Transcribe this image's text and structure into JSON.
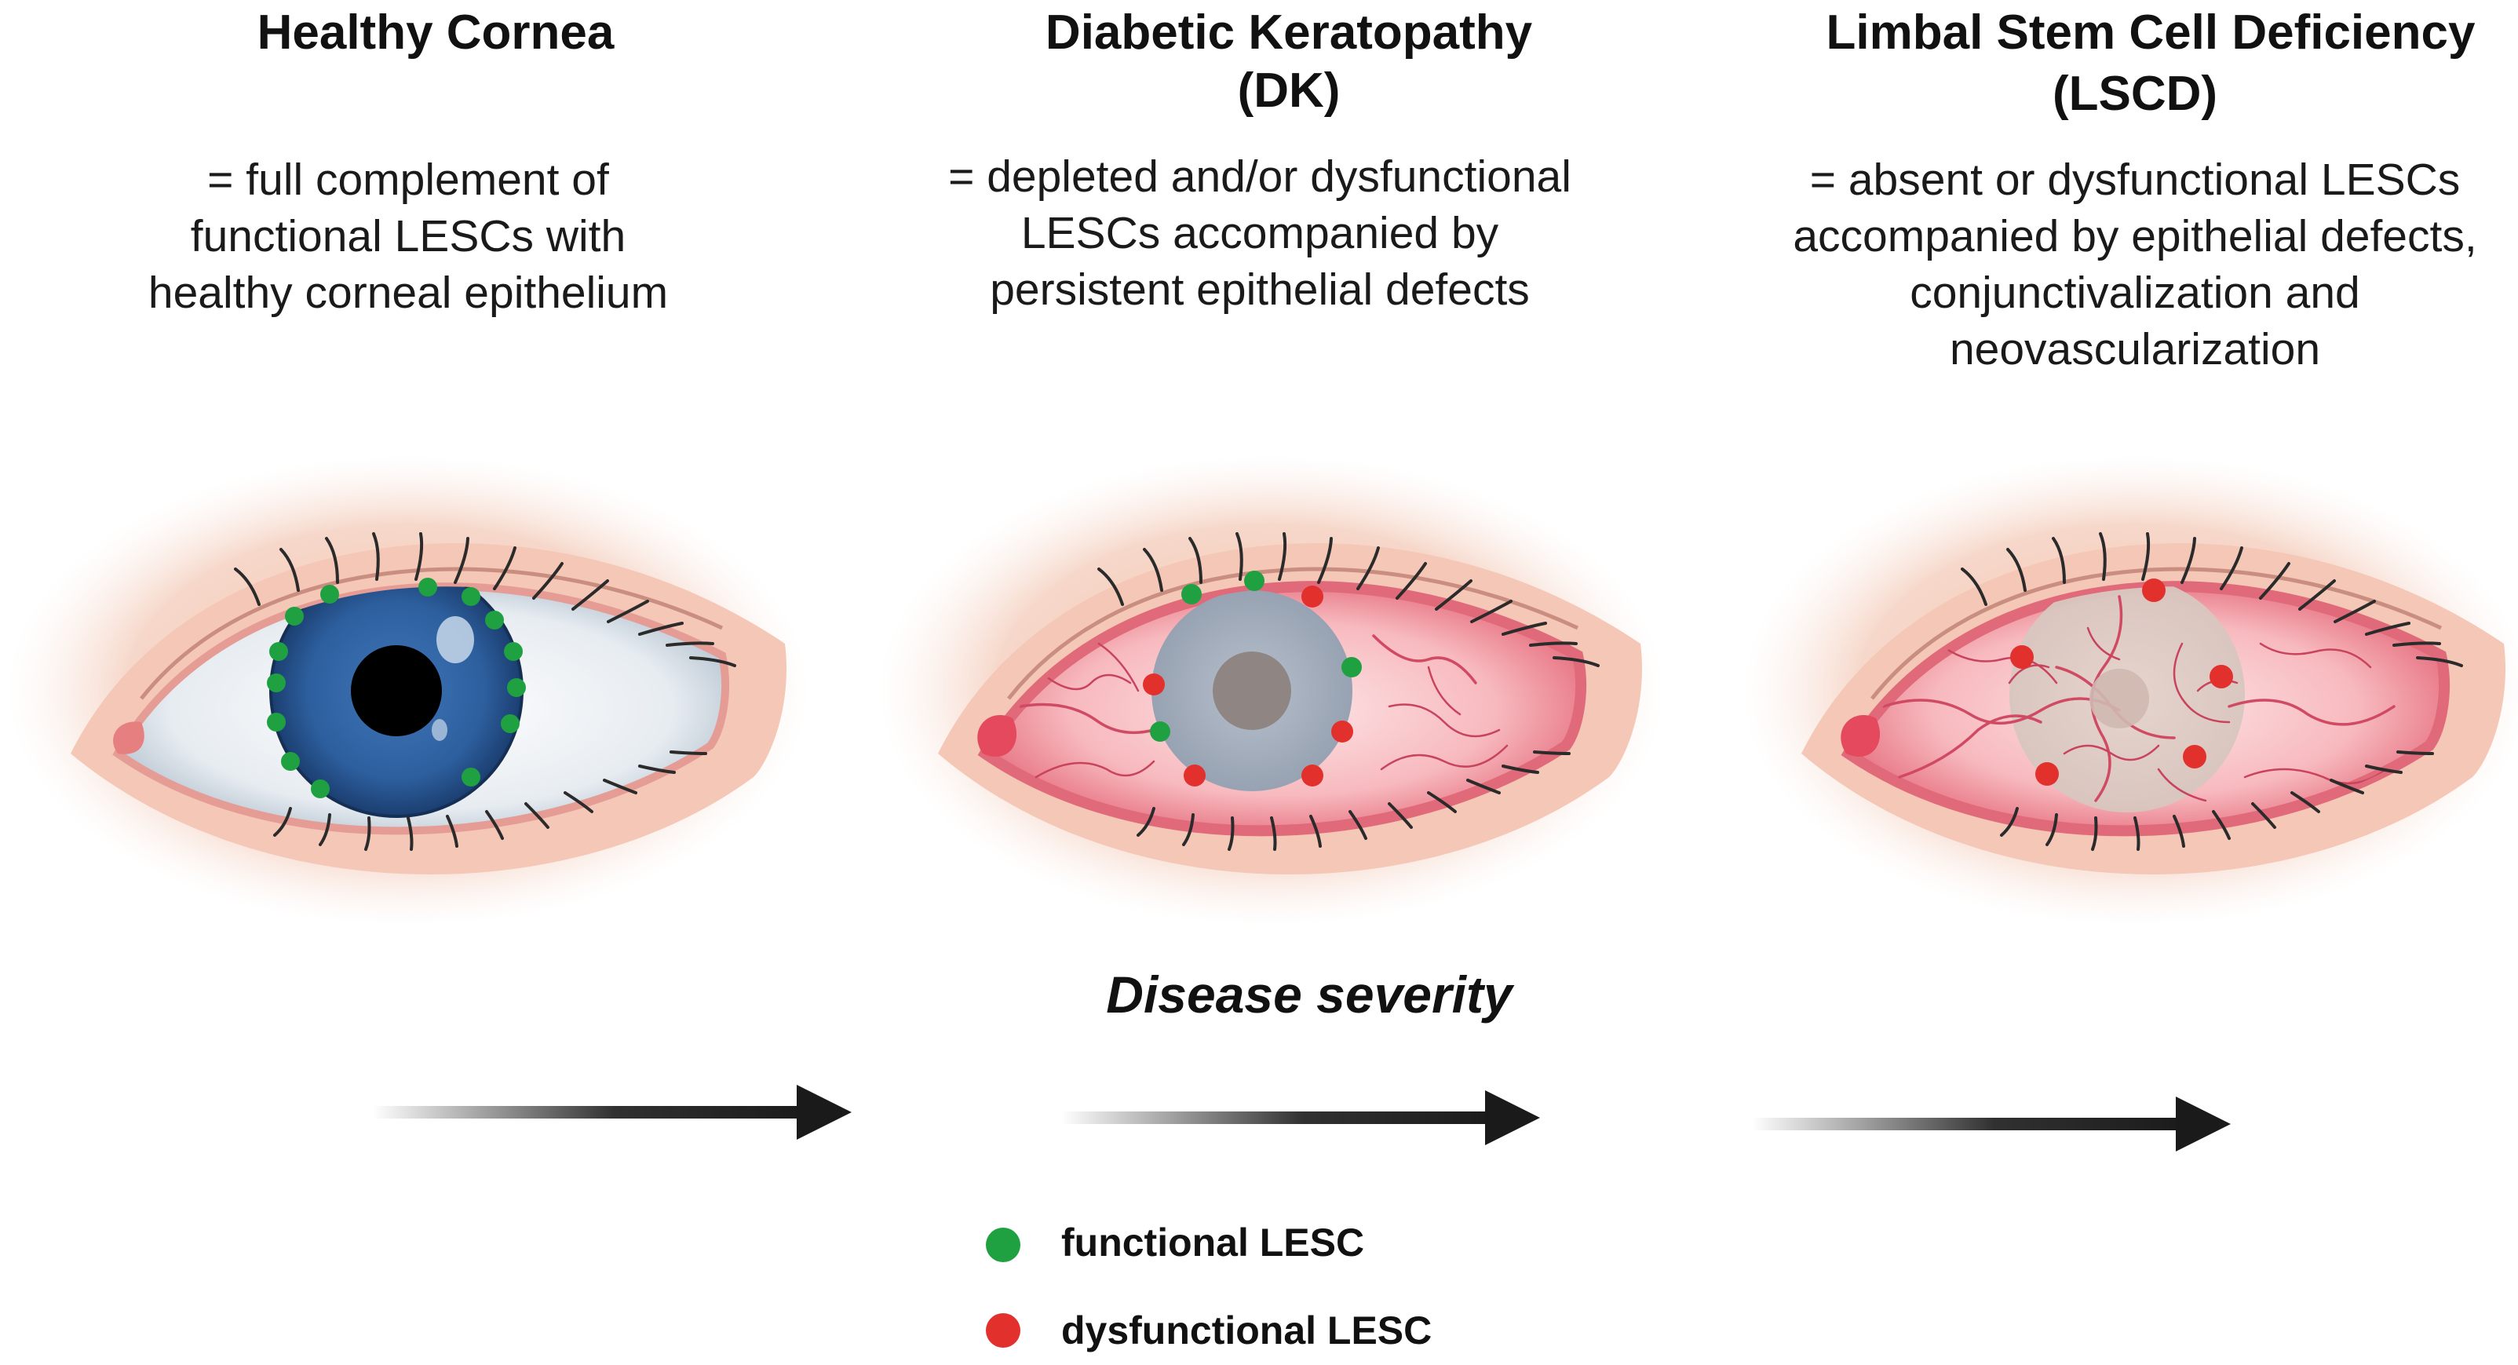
{
  "panels": [
    {
      "title_lines": [
        "Healthy Cornea"
      ],
      "description_lines": [
        "= full complement of",
        "functional LESCs with",
        "healthy corneal epithelium"
      ]
    },
    {
      "title_lines": [
        "Diabetic Keratopathy",
        "(DK)"
      ],
      "description_lines": [
        "= depleted and/or dysfunctional",
        "LESCs accompanied by",
        "persistent epithelial defects"
      ]
    },
    {
      "title_lines": [
        "Limbal Stem Cell Deficiency",
        "(LSCD)"
      ],
      "description_lines": [
        "= absent or dysfunctional LESCs",
        "accompanied by epithelial defects,",
        "conjunctivalization and",
        "neovascularization"
      ]
    }
  ],
  "severity": {
    "label": "Disease severity"
  },
  "legend": {
    "functional": "functional LESC",
    "dysfunctional": "dysfunctional LESC"
  },
  "colors": {
    "functional_lesc": "#1fa142",
    "dysfunctional_lesc": "#e2312c",
    "healthy_iris": "#2d5f9e",
    "diseased_sclera": "#f2a3aa",
    "skin": "#f5d2c3",
    "arrow": "#1a1a1a"
  },
  "icons": {
    "eyes": [
      "healthy-eye-icon",
      "diabetic-keratopathy-eye-icon",
      "lscd-eye-icon"
    ],
    "arrows": [
      "severity-arrow-icon"
    ]
  }
}
